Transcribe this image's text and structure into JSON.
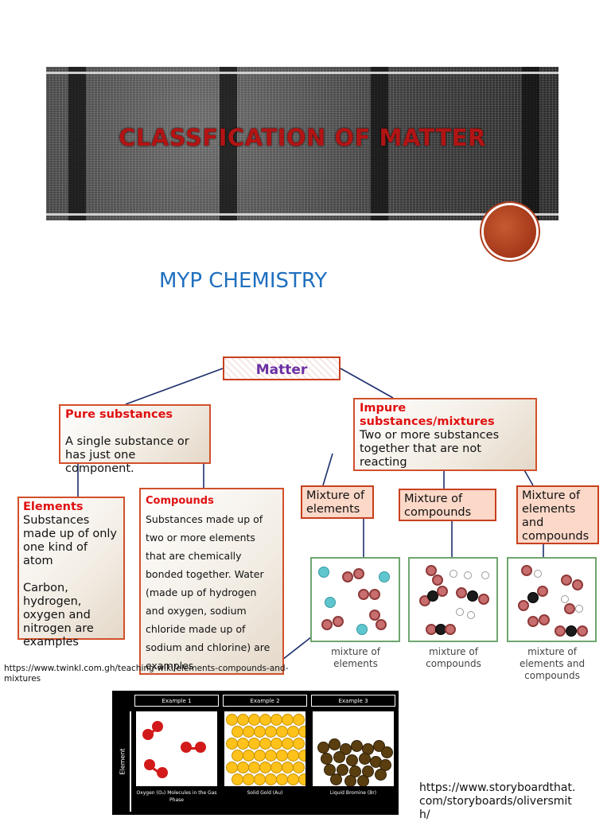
{
  "banner": {
    "title": "CLASSFICATION OF MATTER"
  },
  "subtitle": "MYP CHEMISTRY",
  "concept_map": {
    "matter": "Matter",
    "pure": {
      "head": "Pure substances",
      "text": "A single substance or has just one component."
    },
    "impure": {
      "head": "Impure substances/mixtures",
      "text": "Two or more substances together that are not reacting"
    },
    "elements": {
      "head": "Elements",
      "text1": "Substances made up of only one kind of atom",
      "text2": "Carbon, hydrogen, oxygen and nitrogen are examples"
    },
    "compounds": {
      "head": "Compounds",
      "text": "Substances made up of two or more elements that are chemically bonded together. Water (made up of hydrogen and oxygen, sodium chloride made up of sodium and chlorine) are examples"
    },
    "mix_elements": "Mixture of elements",
    "mix_compounds": "Mixture of compounds",
    "mix_both": "Mixture of elements and compounds"
  },
  "panels": {
    "cap1": "mixture of elements",
    "cap2": "mixture of compounds",
    "cap3": "mixture of elements and compounds"
  },
  "sources": {
    "twinkl": "https://www.twinkl.com.gh/teaching-wiki/elements-compounds-and-mixtures",
    "storyboard": "https://www.storyboardthat.com/storyboards/oliversmith/"
  },
  "element_table": {
    "row_label": "Element",
    "headers": [
      "Example 1",
      "Example 2",
      "Example 3"
    ],
    "captions": [
      "Oxygen (O₂) Molecules in the Gas Phase",
      "Solid Gold (Au)",
      "Liquid Bromine (Br)"
    ]
  },
  "colors": {
    "accent": "#d2502b",
    "title_red": "#b21414",
    "subtitle_blue": "#1f6fbf",
    "matter_purple": "#6b2fa3"
  }
}
